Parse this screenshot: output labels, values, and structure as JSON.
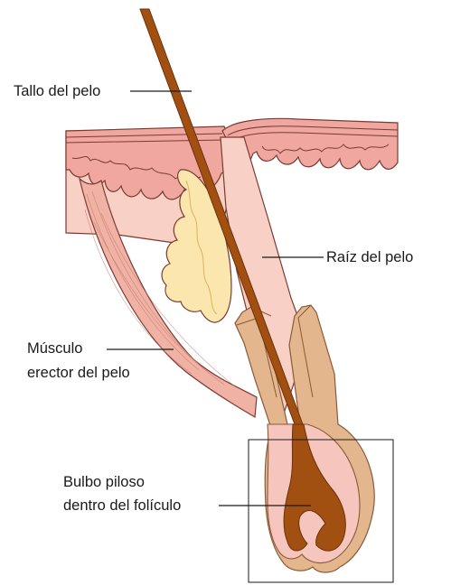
{
  "labels": {
    "hair_shaft": "Tallo del pelo",
    "hair_root": "Raíz del pelo",
    "arrector_muscle_line1": "Músculo",
    "arrector_muscle_line2": "erector del pelo",
    "hair_bulb_line1": "Bulbo piloso",
    "hair_bulb_line2": "dentro del folículo"
  },
  "colors": {
    "hair": "#a24f12",
    "hair_outline": "#6e3208",
    "skin_dark": "#efa7a0",
    "skin_light": "#f9d0c5",
    "skin_outline": "#7a3a32",
    "muscle": "#f0b2a4",
    "sebaceous_gland": "#fbe6ad",
    "gland_outline": "#d7b55c",
    "follicle_sheath": "#e4b68d",
    "follicle_outline": "#8a5a38",
    "inner_sheath": "#f6c5be",
    "leader_line": "#1a1a1a"
  }
}
